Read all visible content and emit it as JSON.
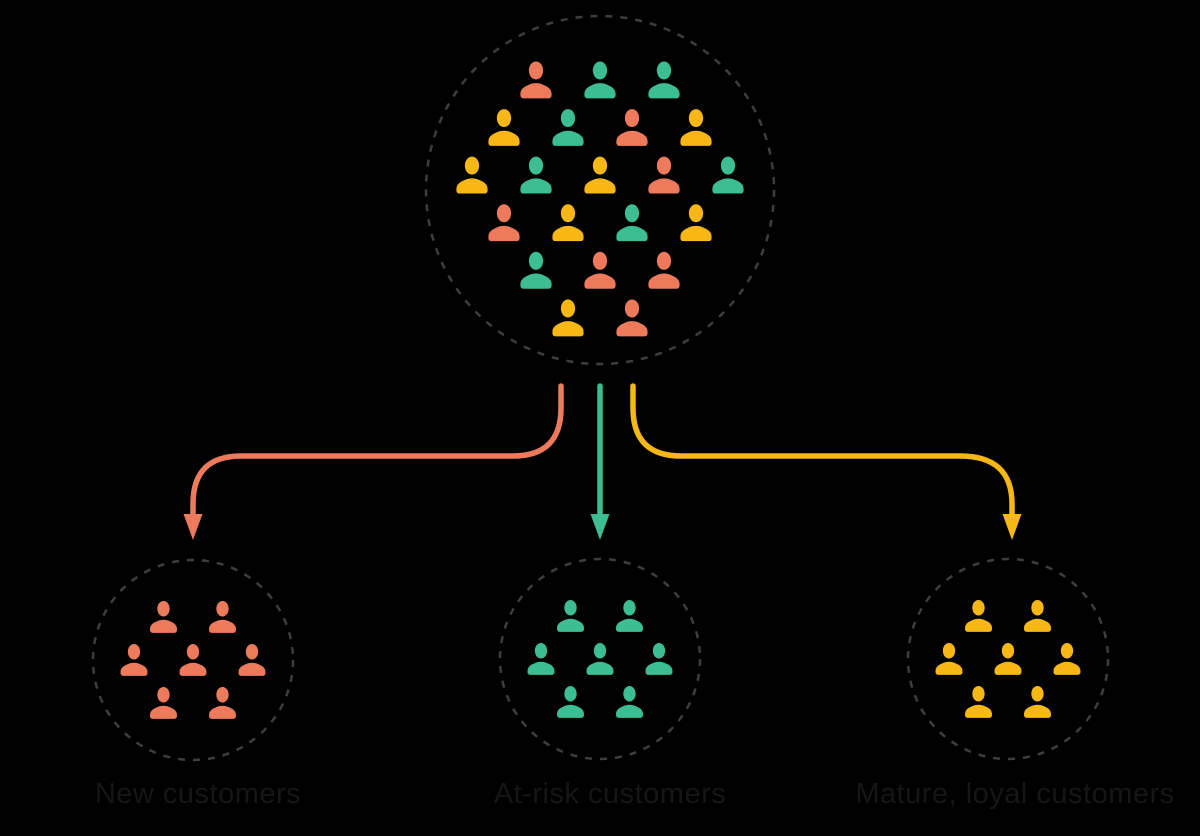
{
  "diagram_title": "customer-segmentation",
  "colors": {
    "salmon": "#ED7B5B",
    "teal": "#3CBD92",
    "yellow": "#F7B815",
    "line_dark": "#3E3E3E",
    "label": "#161616",
    "background": "#000000"
  },
  "person_icon": "person-silhouette",
  "labels": [
    {
      "text": "New customers"
    },
    {
      "text": "At-risk customers"
    },
    {
      "text": "Mature, loyal customers"
    }
  ],
  "groups": [
    {
      "id": "all",
      "name": "all-customers-mixed",
      "count": 21,
      "rows": [
        [
          "salmon",
          "teal",
          "teal"
        ],
        [
          "yellow",
          "teal",
          "salmon",
          "yellow"
        ],
        [
          "yellow",
          "teal",
          "yellow",
          "salmon",
          "teal"
        ],
        [
          "salmon",
          "yellow",
          "teal",
          "yellow"
        ],
        [
          "teal",
          "salmon",
          "salmon"
        ],
        [
          "yellow",
          "salmon"
        ]
      ]
    },
    {
      "id": "left",
      "name": "new-customers-segment",
      "segment_color": "salmon",
      "count": 7,
      "rows": [
        [
          "salmon",
          "salmon"
        ],
        [
          "salmon",
          "salmon",
          "salmon"
        ],
        [
          "salmon",
          "salmon"
        ]
      ]
    },
    {
      "id": "mid",
      "name": "at-risk-customers-segment",
      "segment_color": "teal",
      "count": 7,
      "rows": [
        [
          "teal",
          "teal"
        ],
        [
          "teal",
          "teal",
          "teal"
        ],
        [
          "teal",
          "teal"
        ]
      ]
    },
    {
      "id": "right",
      "name": "mature-loyal-customers-segment",
      "segment_color": "yellow",
      "count": 7,
      "rows": [
        [
          "yellow",
          "yellow"
        ],
        [
          "yellow",
          "yellow",
          "yellow"
        ],
        [
          "yellow",
          "yellow"
        ]
      ]
    }
  ]
}
